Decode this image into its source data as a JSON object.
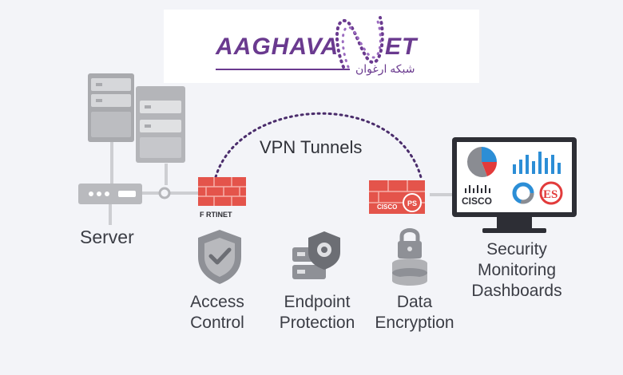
{
  "logo": {
    "left_text": "AAGHAVA",
    "right_text": "ET",
    "subtitle": "شبکه ارغوان"
  },
  "labels": {
    "vpn_tunnels": "VPN Tunnels",
    "server": "Server",
    "access_control": [
      "Access",
      "Control"
    ],
    "endpoint_protection": [
      "Endpoint",
      "Protection"
    ],
    "data_encryption": [
      "Data",
      "Encryption"
    ],
    "security_monitoring": [
      "Security",
      "Monitoring",
      "Dashboards"
    ]
  },
  "brands": {
    "firewall_left": "F RTINET",
    "firewall_right": "CISCO",
    "firewall_right_badge": "PS",
    "monitor_cisco": "CISCO",
    "monitor_es": "ES"
  },
  "colors": {
    "brick_red": "#e4544b",
    "gray_dark": "#8e9096",
    "gray_light": "#cdced2",
    "text": "#3b3d45",
    "purple": "#6a3a8f",
    "pie_blue": "#2c8ed6",
    "pie_red": "#e23b3b",
    "pie_gray": "#8a8c92"
  }
}
